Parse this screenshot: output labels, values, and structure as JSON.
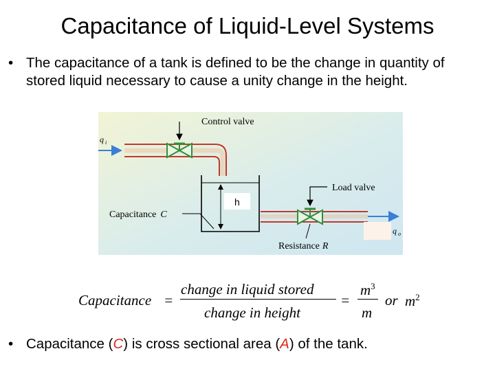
{
  "title": "Capacitance of Liquid-Level Systems",
  "bullet_1": {
    "line1": "The capacitance of a tank is defined to be the change in quantity of",
    "line2": "stored liquid necessary to cause a unity change in the height."
  },
  "diagram": {
    "control_valve": "Control valve",
    "qi": "q",
    "qi_sub": "i",
    "h": "h",
    "load_valve": "Load valve",
    "capacitance_label": "Capacitance",
    "capacitance_symbol": "C",
    "resistance_label": "Resistance",
    "resistance_symbol": "R",
    "qo": "q",
    "qo_sub": "o"
  },
  "formula": {
    "lhs": "Capacitance",
    "eq1": "=",
    "numerator": "change in liquid  stored",
    "denominator": "change in height",
    "eq2": "=",
    "unit_num": "m",
    "unit_num_exp": "3",
    "unit_den": "m",
    "or": "or",
    "alt_unit": "m",
    "alt_unit_exp": "2"
  },
  "bullet_2": {
    "part1": "Capacitance (",
    "C": "C",
    "part2": ") is cross sectional area (",
    "A": "A",
    "part3": ") of the tank."
  }
}
